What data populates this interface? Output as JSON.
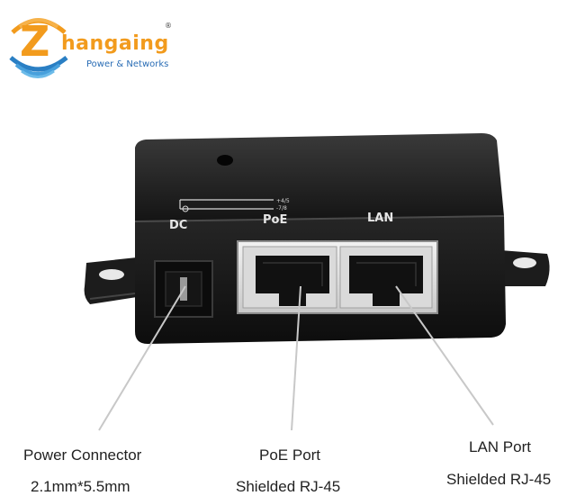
{
  "logo": {
    "brand_letter": "Z",
    "brand_rest": "hangaing",
    "registered": "®",
    "tagline": "Power & Networks"
  },
  "device": {
    "print_dc": "DC",
    "print_poe": "PoE",
    "print_lan": "LAN",
    "pin_note_1": "+4/5",
    "pin_note_2": "-7/8"
  },
  "callouts": {
    "power": {
      "title": "Power Connector",
      "detail": "2.1mm*5.5mm"
    },
    "poe": {
      "title": "PoE Port",
      "detail": "Shielded RJ-45"
    },
    "lan": {
      "title": "LAN Port",
      "detail": "Shielded RJ-45"
    }
  },
  "colors": {
    "logo_orange": "#f29b1d",
    "logo_blue": "#2a6db5",
    "body_black": "#1b1b1b"
  }
}
